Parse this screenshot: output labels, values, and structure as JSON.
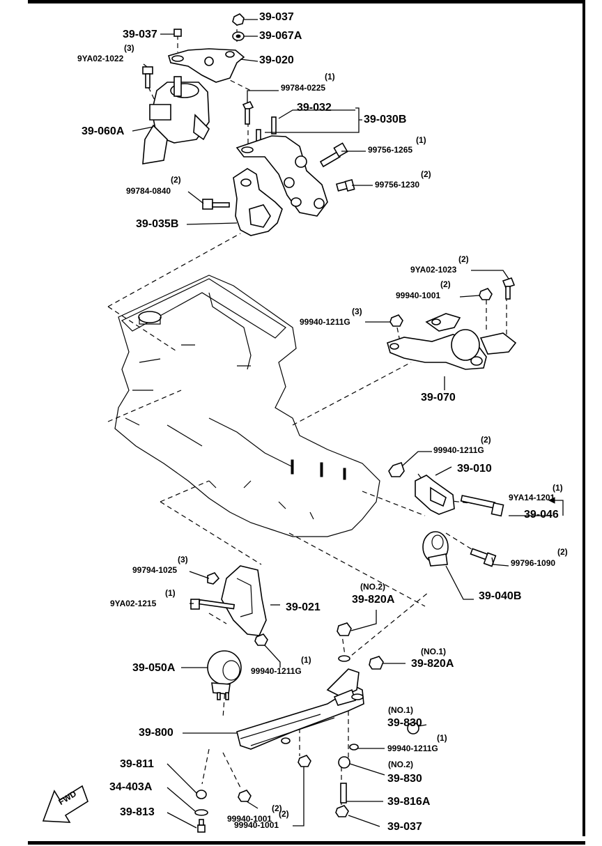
{
  "labels": {
    "p39_037_top": "39-037",
    "p39_037_left": "39-037",
    "p39_067a": "39-067A",
    "p39_020": "39-020",
    "p9ya02_1022": "9YA02-1022",
    "q9ya02_1022": "(3)",
    "p99784_0225": "99784-0225",
    "q99784_0225": "(1)",
    "p39_032": "39-032",
    "p39_030b": "39-030B",
    "p39_060a": "39-060A",
    "p99756_1265": "99756-1265",
    "q99756_1265": "(1)",
    "p99756_1230": "99756-1230",
    "q99756_1230": "(2)",
    "p99784_0840": "99784-0840",
    "q99784_0840": "(2)",
    "p39_035b": "39-035B",
    "p9ya02_1023": "9YA02-1023",
    "q9ya02_1023": "(2)",
    "p99940_1001_a": "99940-1001",
    "q99940_1001_a": "(2)",
    "p99940_1211g_a": "99940-1211G",
    "q99940_1211g_a": "(3)",
    "p39_070": "39-070",
    "p99940_1211g_b": "99940-1211G",
    "q99940_1211g_b": "(2)",
    "p39_010": "39-010",
    "p9ya14_1201": "9YA14-1201",
    "q9ya14_1201": "(1)",
    "p39_046": "39-046",
    "p99796_1090": "99796-1090",
    "q99796_1090": "(2)",
    "p39_040b": "39-040B",
    "p99794_1025": "99794-1025",
    "q99794_1025": "(3)",
    "p9ya02_1215": "9YA02-1215",
    "q9ya02_1215": "(1)",
    "p39_021": "39-021",
    "p39_820a_no2": "39-820A",
    "q39_820a_no2": "(NO.2)",
    "p39_820a_no1": "39-820A",
    "q39_820a_no1": "(NO.1)",
    "p39_050a": "39-050A",
    "p99940_1211g_c": "99940-1211G",
    "q99940_1211g_c": "(1)",
    "p39_800": "39-800",
    "p39_830_no1": "39-830",
    "q39_830_no1": "(NO.1)",
    "p99940_1211g_d": "99940-1211G",
    "q99940_1211g_d": "(1)",
    "p39_811": "39-811",
    "p39_830_no2": "39-830",
    "q39_830_no2": "(NO.2)",
    "p34_403a": "34-403A",
    "p99940_1001_b": "99940-1001",
    "q99940_1001_b": "(2)",
    "p39_816a": "39-816A",
    "p39_813": "39-813",
    "p99940_1001_c": "99940-1001",
    "q99940_1001_c": "(2)",
    "p39_037_bottom": "39-037",
    "fwd": "FWD"
  }
}
